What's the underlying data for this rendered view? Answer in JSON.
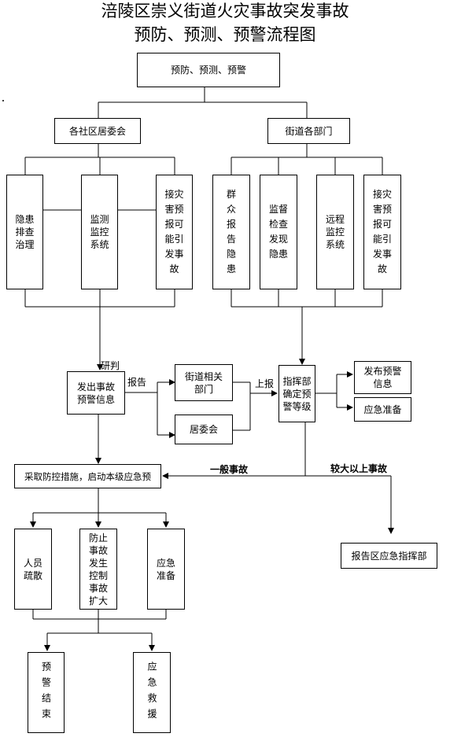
{
  "title": {
    "line1": "涪陵区崇义街道火灾事故突发事故",
    "line2": "预防、预测、预警流程图"
  },
  "nodes": {
    "top": "预防、预测、预警",
    "community": "各社区居委会",
    "street_dept": "街道各部门",
    "hazard_check": "隐患排查治理",
    "monitor_control": "监测监控系统",
    "receive_report_left": "接灾害预报可能引发事故",
    "public_report": "群众报告隐患",
    "supervise_check": "监督检查发现隐患",
    "remote_monitor": "远程监控系统",
    "receive_report_right": "接灾害预报可能引发事故",
    "issue_warning": "发出事故预警信息",
    "street_related": "街道相关部门",
    "residents_committee": "居委会",
    "command_confirm": "指挥部确定预警等级",
    "publish_warning": "发布预警信息",
    "emergency_prep_right": "应急准备",
    "take_measures": "采取防控措施，启动本级应急预",
    "report_district": "报告区应急指挥部",
    "evacuate": "人员疏散",
    "prevent_expand": "防止事故发生控制事故扩大",
    "emergency_prep_bottom": "应急准备",
    "warning_end": "预警结束",
    "emergency_rescue": "应急救援"
  },
  "labels": {
    "judge": "研判",
    "report": "报告",
    "upreport": "上报",
    "general_accident": "一般事故",
    "major_accident": "较大以上事故"
  }
}
